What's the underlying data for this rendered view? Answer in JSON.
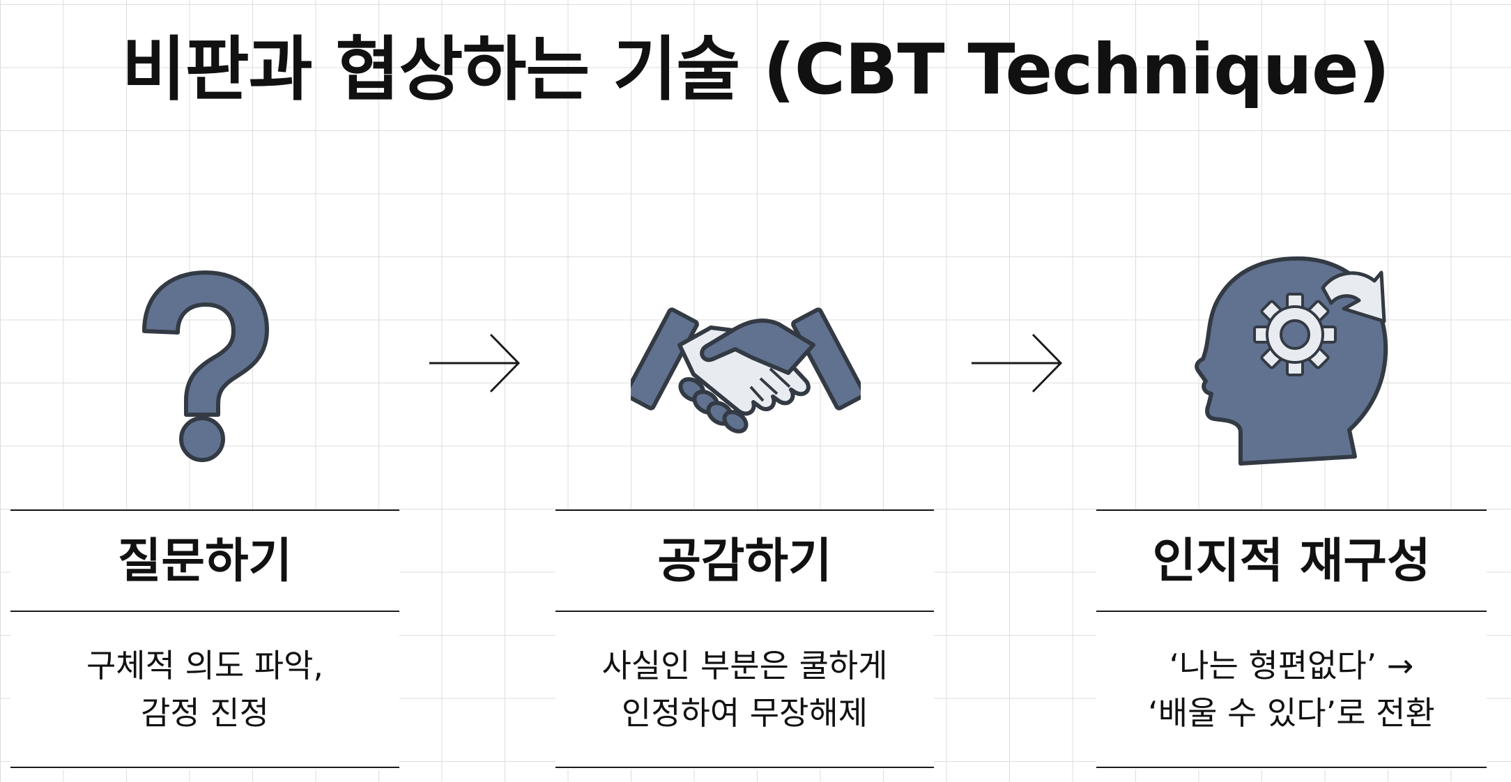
{
  "title": "비판과 협상하는 기술 (CBT Technique)",
  "steps": [
    {
      "icon": "question-mark-icon",
      "label": "질문하기",
      "desc_line1": "구체적 의도 파악,",
      "desc_line2": "감정 진정"
    },
    {
      "icon": "handshake-icon",
      "label": "공감하기",
      "desc_line1": "사실인 부분은 쿨하게",
      "desc_line2": "인정하여 무장해제"
    },
    {
      "icon": "head-gear-icon",
      "label": "인지적 재구성",
      "desc_line1": "‘나는 형편없다’ →",
      "desc_line2": "‘배울 수 있다’로 전환"
    }
  ],
  "colors": {
    "icon_fill": "#60728f",
    "icon_stroke": "#333a44",
    "icon_light": "#e8ebf0",
    "grid": "#dcdcdc"
  }
}
